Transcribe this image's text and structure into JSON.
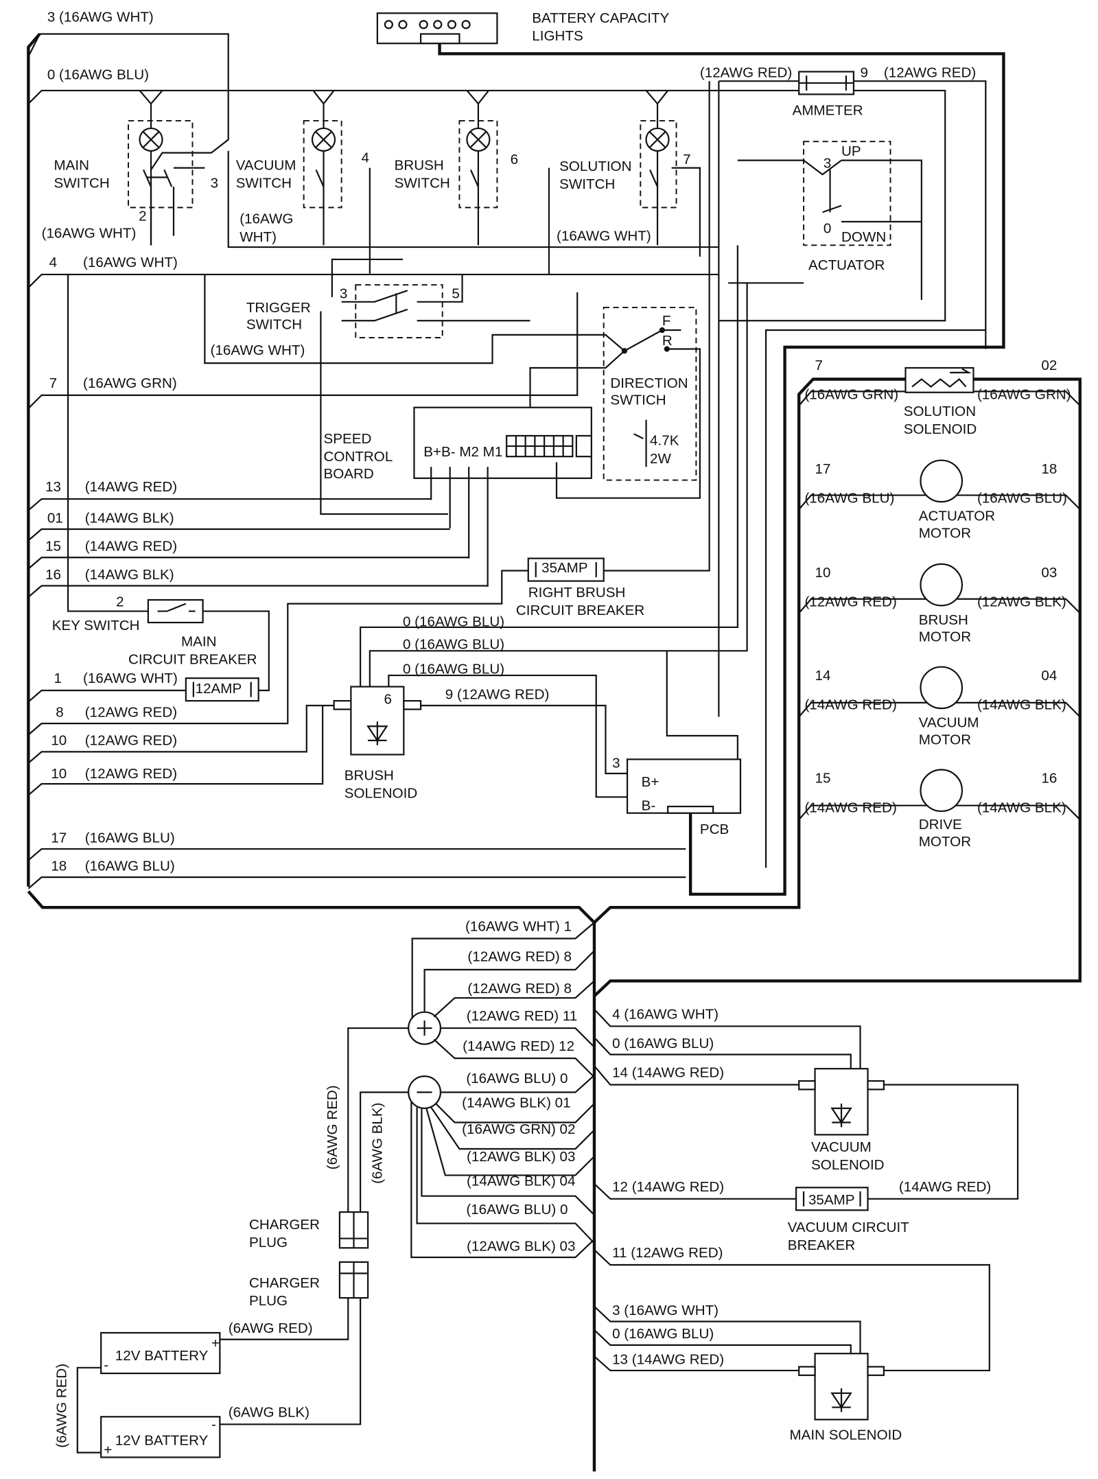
{
  "top": {
    "wire3": "3  (16AWG WHT)",
    "wire0": "0  (16AWG BLU)",
    "battery_lights": [
      "BATTERY CAPACITY",
      "LIGHTS"
    ],
    "ammeter_left": "(12AWG RED)",
    "ammeter_num": "9",
    "ammeter_right": "(12AWG RED)",
    "ammeter": "AMMETER"
  },
  "switches": {
    "main": [
      "MAIN",
      "SWITCH"
    ],
    "vacuum": [
      "VACUUM",
      "SWITCH"
    ],
    "brush": [
      "BRUSH",
      "SWITCH"
    ],
    "solution": [
      "SOLUTION",
      "SWITCH"
    ],
    "n4": "4",
    "n6": "6",
    "n7": "7",
    "n3": "3",
    "n2": "2",
    "main_wire": "(16AWG WHT)",
    "vac_wire": [
      "(16AWG",
      "WHT)"
    ],
    "sol_wire": "(16AWG WHT)"
  },
  "actuator": {
    "up": "UP",
    "n3": "3",
    "n0": "0",
    "down": "DOWN",
    "label": "ACTUATOR"
  },
  "trigger": {
    "label": [
      "TRIGGER",
      "SWITCH"
    ],
    "n3": "3",
    "n5": "5",
    "wire": "(16AWG WHT)"
  },
  "speed_board": {
    "label": [
      "SPEED",
      "CONTROL",
      "BOARD"
    ],
    "terminals": "B+B- M2 M1"
  },
  "direction": {
    "label": [
      "DIRECTION",
      "SWTICH"
    ],
    "f": "F",
    "r": "R",
    "res": [
      "4.7K",
      "2W"
    ]
  },
  "left_wires": [
    {
      "num": "4",
      "wire": "(16AWG WHT)"
    },
    {
      "num": "7",
      "wire": "(16AWG GRN)"
    },
    {
      "num": "13",
      "wire": "(14AWG RED)"
    },
    {
      "num": "01",
      "wire": "(14AWG BLK)"
    },
    {
      "num": "15",
      "wire": "(14AWG RED)"
    },
    {
      "num": "16",
      "wire": "(14AWG BLK)"
    },
    {
      "num": "1",
      "wire": "(16AWG WHT)"
    },
    {
      "num": "8",
      "wire": "(12AWG RED)"
    },
    {
      "num": "10",
      "wire": "(12AWG RED)"
    },
    {
      "num": "10",
      "wire": "(12AWG RED)"
    },
    {
      "num": "17",
      "wire": "(16AWG BLU)"
    },
    {
      "num": "18",
      "wire": "(16AWG BLU)"
    }
  ],
  "breakers": {
    "right_brush_amp": "35AMP",
    "right_brush": [
      "RIGHT BRUSH",
      "CIRCUIT BREAKER"
    ],
    "main_amp": "12AMP",
    "main": [
      "MAIN",
      "CIRCUIT BREAKER"
    ],
    "key_num": "2",
    "key": "KEY SWITCH"
  },
  "brush_solenoid": {
    "blu": [
      "0  (16AWG BLU)",
      "0  (16AWG BLU)",
      "0  (16AWG BLU)"
    ],
    "n6": "6",
    "red9": "9  (12AWG RED)",
    "label": [
      "BRUSH",
      "SOLENOID"
    ]
  },
  "pcb": {
    "n3": "3",
    "bplus": "B+",
    "bminus": "B-",
    "label": "PCB"
  },
  "right_loads": [
    {
      "ln": "7",
      "rn": "02",
      "lw": "(16AWG GRN)",
      "rw": "(16AWG GRN)",
      "label": [
        "SOLUTION",
        "SOLENOID"
      ]
    },
    {
      "ln": "17",
      "rn": "18",
      "lw": "(16AWG BLU)",
      "rw": "(16AWG BLU)",
      "label": [
        "ACTUATOR",
        "MOTOR"
      ]
    },
    {
      "ln": "10",
      "rn": "03",
      "lw": "(12AWG RED)",
      "rw": "(12AWG BLK)",
      "label": [
        "BRUSH",
        "MOTOR"
      ]
    },
    {
      "ln": "14",
      "rn": "04",
      "lw": "(14AWG RED)",
      "rw": "(14AWG BLK)",
      "label": [
        "VACUUM",
        "MOTOR"
      ]
    },
    {
      "ln": "15",
      "rn": "16",
      "lw": "(14AWG RED)",
      "rw": "(14AWG BLK)",
      "label": [
        "DRIVE",
        "MOTOR"
      ]
    }
  ],
  "bus_wires": [
    "(16AWG WHT)  1",
    "(12AWG RED)  8",
    "(12AWG RED)  8",
    "(12AWG RED)  11",
    "(14AWG RED) 12",
    "(16AWG BLU)  0",
    "(14AWG BLK) 01",
    "(16AWG GRN) 02",
    "(12AWG BLK)  03",
    "(14AWG BLK)  04",
    "(16AWG BLU)  0",
    "(12AWG BLK)  03"
  ],
  "lower_right": {
    "w4": "4 (16AWG WHT)",
    "w0": "0 (16AWG BLU)",
    "w14": "14 (14AWG RED)",
    "vac_sol": [
      "VACUUM",
      "SOLENOID"
    ],
    "w12": "12 (14AWG RED)",
    "w12r": "(14AWG RED)",
    "amp35": "35AMP",
    "vac_cb": [
      "VACUUM CIRCUIT",
      "BREAKER"
    ],
    "w11": "11 (12AWG RED)",
    "w3": "3 (16AWG WHT)",
    "w0b": "0 (16AWG BLU)",
    "w13": "13 (14AWG RED)",
    "main_sol": "MAIN SOLENOID"
  },
  "battery": {
    "red6": "(6AWG RED)",
    "blk6": "(6AWG BLK)",
    "charger1": [
      "CHARGER",
      "PLUG"
    ],
    "charger2": [
      "CHARGER",
      "PLUG"
    ],
    "red6b": "(6AWG RED)",
    "bat1": "12V BATTERY",
    "blk6b": "(6AWG BLK)",
    "bat2": "12V BATTERY",
    "red6c": "(6AWG RED)",
    "plus": "+",
    "minus": "-"
  }
}
